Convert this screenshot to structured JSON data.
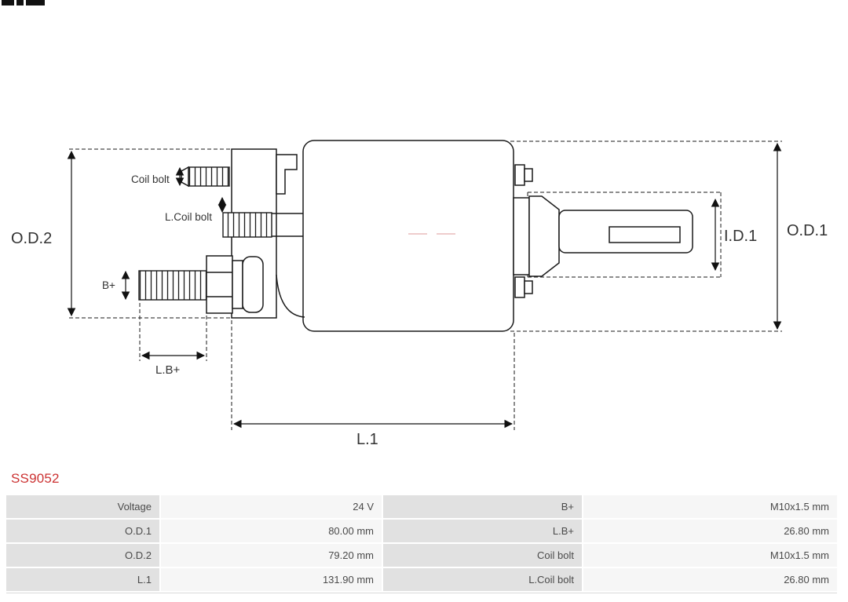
{
  "product_code": "SS9052",
  "colors": {
    "accent_red": "#cc3333",
    "table_label_bg": "#e1e1e1",
    "table_value_bg": "#f6f6f6",
    "line_color": "#1a1a1a"
  },
  "diagram": {
    "type": "technical-drawing",
    "subject": "starter-solenoid-side-view",
    "labels": {
      "od1": "O.D.1",
      "od2": "O.D.2",
      "id1": "I.D.1",
      "l1": "L.1",
      "b_plus": "B+",
      "lb_plus": "L.B+",
      "coil_bolt": "Coil bolt",
      "l_coil_bolt": "L.Coil bolt"
    }
  },
  "table": {
    "rows": [
      {
        "label1": "Voltage",
        "value1": "24 V",
        "label2": "B+",
        "value2": "M10x1.5 mm"
      },
      {
        "label1": "O.D.1",
        "value1": "80.00 mm",
        "label2": "L.B+",
        "value2": "26.80 mm"
      },
      {
        "label1": "O.D.2",
        "value1": "79.20 mm",
        "label2": "Coil bolt",
        "value2": "M10x1.5 mm"
      },
      {
        "label1": "L.1",
        "value1": "131.90 mm",
        "label2": "L.Coil bolt",
        "value2": "26.80 mm"
      }
    ]
  }
}
